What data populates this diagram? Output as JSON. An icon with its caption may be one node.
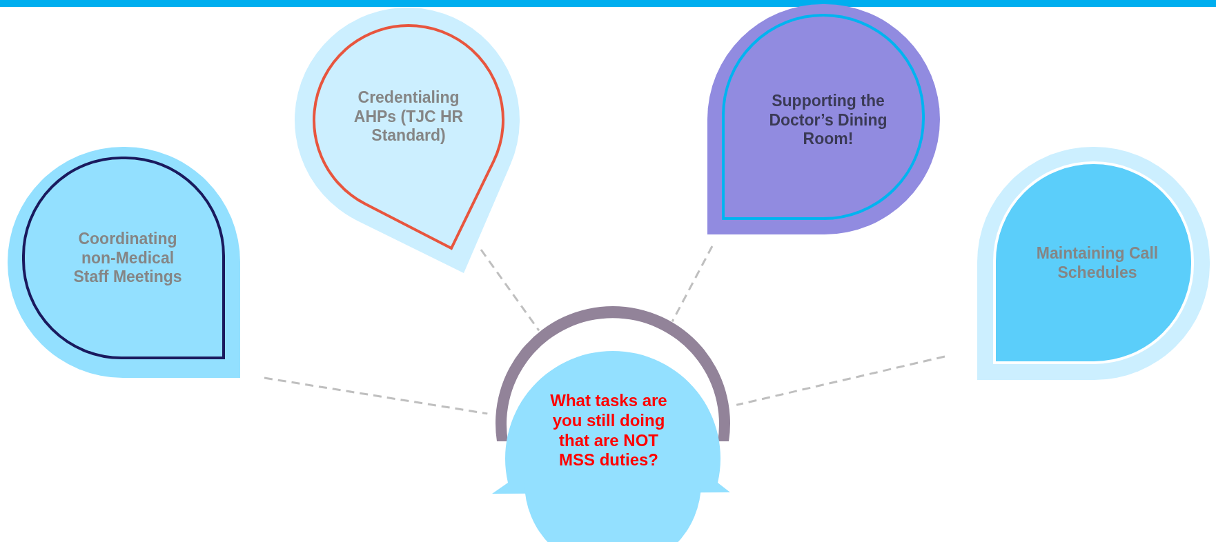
{
  "diagram": {
    "nodes": [
      {
        "text": [
          "Coordinating non-Medical Staff Meetings"
        ]
      },
      {
        "text": [
          "Credentialing AHPs (TJC HR Standard)"
        ]
      },
      {
        "text": [
          "Supporting the Doctor’s Dining Room!"
        ]
      },
      {
        "text": [
          "Maintaining Call Schedules"
        ]
      },
      {
        "text": [
          "What tasks are you still doing that are NOT MSS duties?"
        ]
      }
    ],
    "edges": [
      {
        "from": 0,
        "to": 4,
        "arrow": "none",
        "style": "dashed"
      },
      {
        "from": 1,
        "to": 4,
        "arrow": "none",
        "style": "dashed"
      },
      {
        "from": 2,
        "to": 4,
        "arrow": "none",
        "style": "dashed"
      },
      {
        "from": 3,
        "to": 4,
        "arrow": "none",
        "style": "dashed"
      }
    ]
  }
}
